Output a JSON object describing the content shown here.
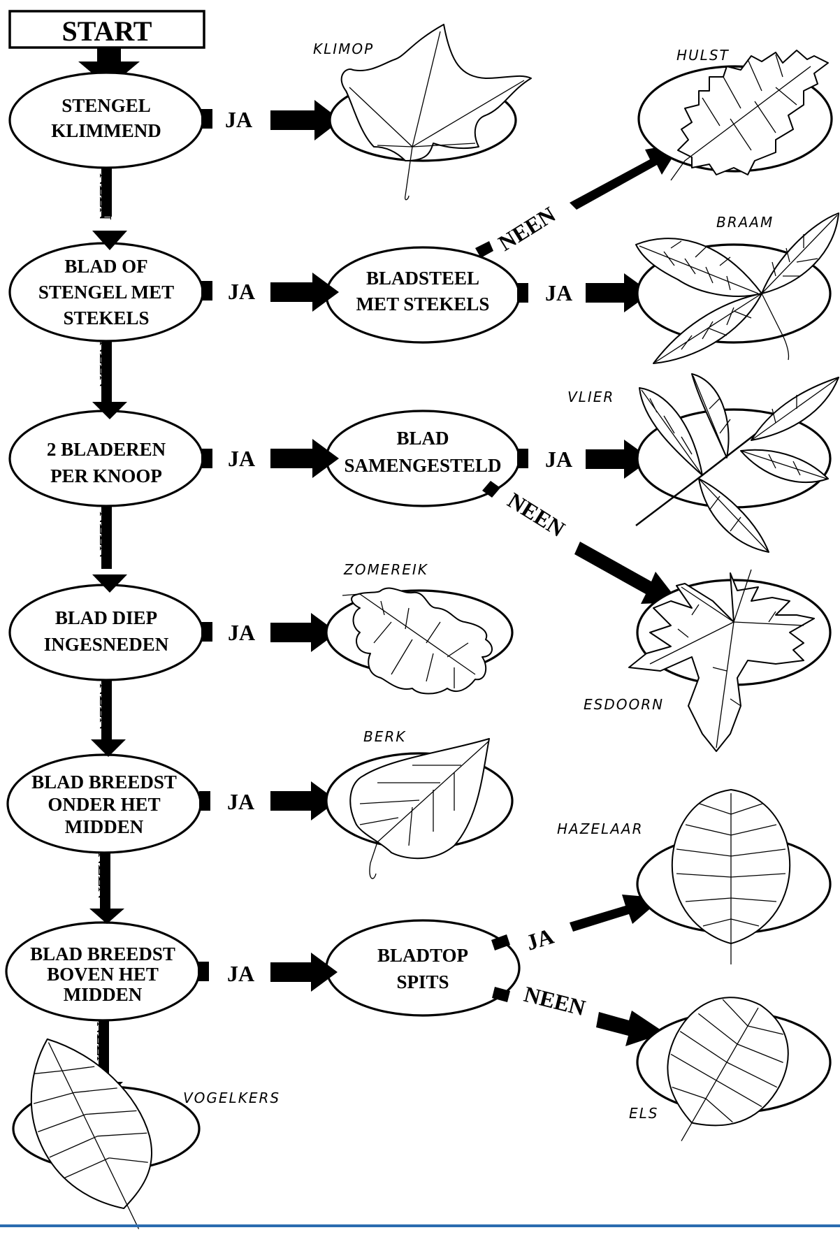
{
  "start": "START",
  "labels": {
    "yes": "JA",
    "no": "NEEN"
  },
  "questions": {
    "q1": [
      "STENGEL",
      "KLIMMEND"
    ],
    "q2": [
      "BLAD OF",
      "STENGEL MET",
      "STEKELS"
    ],
    "q3": [
      "2 BLADEREN",
      "PER KNOOP"
    ],
    "q4": [
      "BLAD DIEP",
      "INGESNEDEN"
    ],
    "q5": [
      "BLAD BREEDST",
      "ONDER HET",
      "MIDDEN"
    ],
    "q6": [
      "BLAD BREEDST",
      "BOVEN HET",
      "MIDDEN"
    ],
    "q7": [
      "BLADSTEEL",
      "MET STEKELS"
    ],
    "q8": [
      "BLAD",
      "SAMENGESTELD"
    ],
    "q9": [
      "BLADTOP",
      "SPITS"
    ]
  },
  "species": {
    "klimop": "KLIMOP",
    "hulst": "HULST",
    "braam": "BRAAM",
    "vlier": "VLIER",
    "zomereik": "ZOMEREIK",
    "esdoorn": "ESDOORN",
    "berk": "BERK",
    "hazelaar": "HAZELAAR",
    "vogelkers": "VOGELKERS",
    "els": "ELS"
  },
  "colors": {
    "ink": "#000000",
    "paper": "#ffffff",
    "footer_line": "#2b6cb0"
  }
}
